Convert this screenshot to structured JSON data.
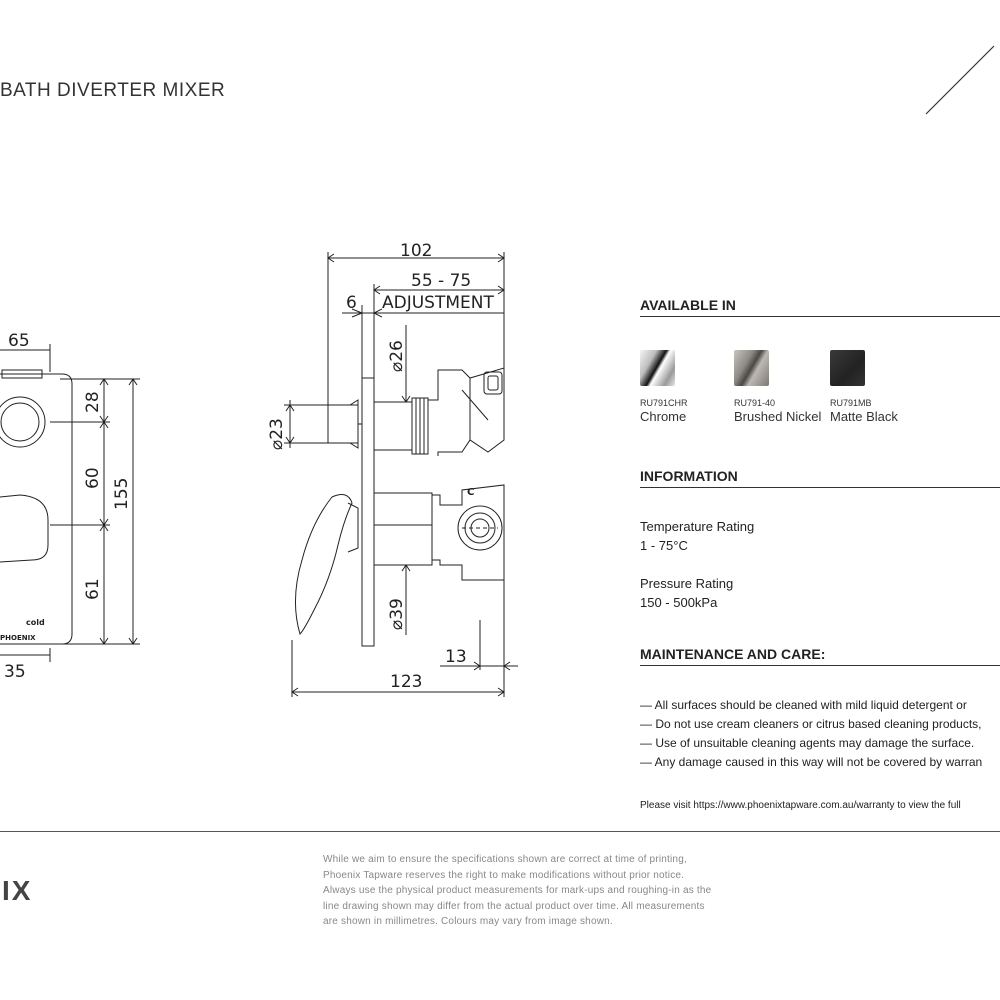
{
  "header": {
    "title": "BATH DIVERTER MIXER"
  },
  "drawing": {
    "front_view": {
      "dim_width_top": "65",
      "dim_width_bottom": "35",
      "dim_28": "28",
      "dim_60": "60",
      "dim_61": "61",
      "dim_155": "155",
      "label_cold": "cold",
      "brand_mark": "PHOENIX"
    },
    "side_view": {
      "dim_102": "102",
      "dim_adjust_range": "55 - 75",
      "dim_6": "6",
      "label_adjustment": "ADJUSTMENT",
      "dim_d26": "⌀26",
      "dim_d23": "⌀23",
      "dim_d39": "⌀39",
      "dim_13": "13",
      "dim_123": "123",
      "label_c": "C"
    }
  },
  "available": {
    "heading": "AVAILABLE IN",
    "finishes": [
      {
        "code": "RU791CHR",
        "name": "Chrome",
        "color": "#d8d8d8"
      },
      {
        "code": "RU791-40",
        "name": "Brushed Nickel",
        "color": "#9a9690"
      },
      {
        "code": "RU791MB",
        "name": "Matte Black",
        "color": "#2e2e2e"
      }
    ]
  },
  "information": {
    "heading": "INFORMATION",
    "temperature_label": "Temperature Rating",
    "temperature_value": "1 - 75°C",
    "pressure_label": "Pressure Rating",
    "pressure_value": "150 - 500kPa"
  },
  "maintenance": {
    "heading": "MAINTENANCE AND CARE:",
    "bullets": [
      "— All surfaces should be cleaned with mild liquid detergent or",
      "— Do not use cream cleaners or citrus based cleaning products,",
      "— Use of unsuitable cleaning agents may damage the surface.",
      "— Any damage caused in this way will not be covered by warran"
    ],
    "visit": "Please visit https://www.phoenixtapware.com.au/warranty to view the full"
  },
  "footer": {
    "logo_fragment": "IX",
    "disclaimer": [
      "While we aim to ensure the specifications shown are correct at time of printing,",
      "Phoenix Tapware reserves the right to make modifications without prior notice.",
      "Always use the physical product measurements for mark-ups and roughing-in as the",
      "line drawing shown may differ from the actual product over time. All measurements",
      "are shown in millimetres. Colours may vary from image shown."
    ]
  }
}
